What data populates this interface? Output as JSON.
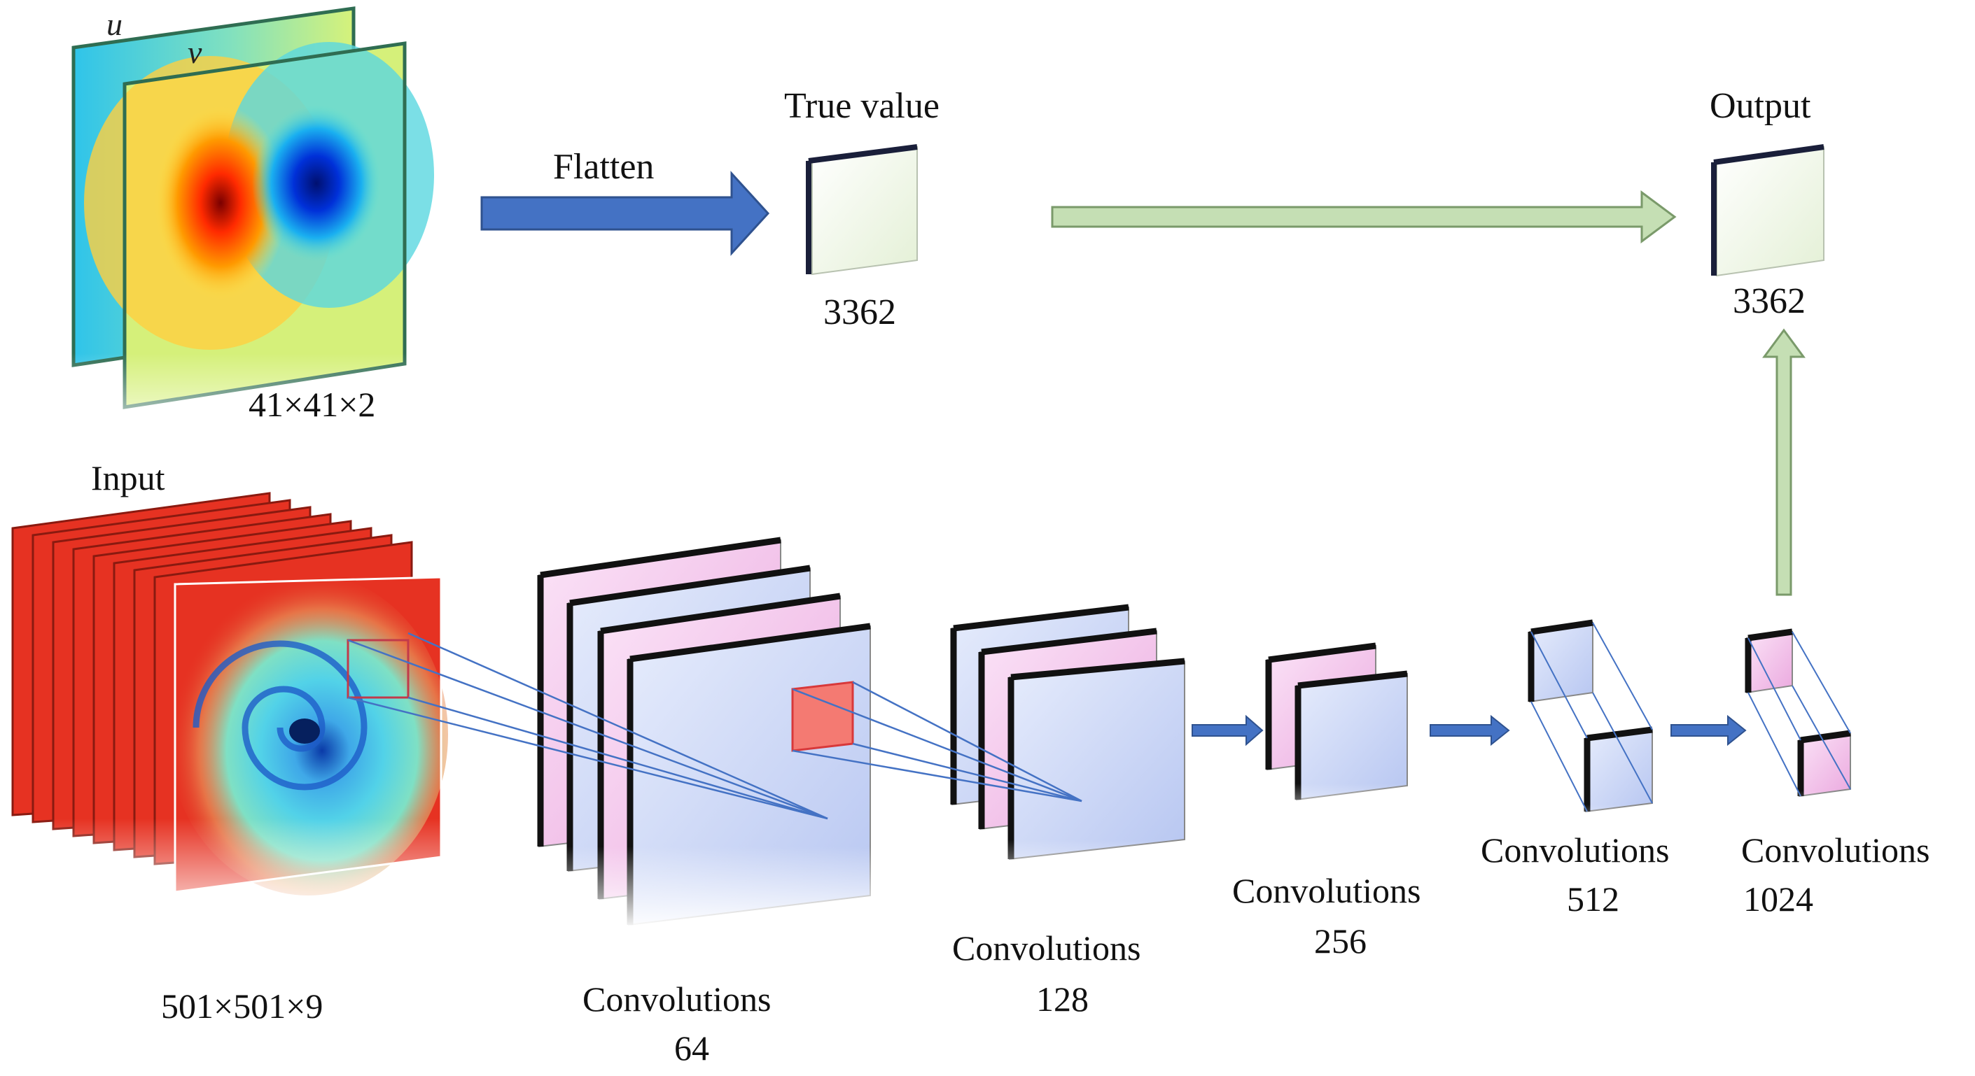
{
  "labels": {
    "u": "u",
    "v": "v",
    "field_size": "41×41×2",
    "input": "Input",
    "input_size": "501×501×9",
    "flatten": "Flatten",
    "true_value": "True value",
    "true_value_size": "3362",
    "output": "Output",
    "output_size": "3362",
    "conv64_name": "Convolutions",
    "conv64_size": "64",
    "conv128_name": "Convolutions",
    "conv128_size": "128",
    "conv256_name": "Convolutions",
    "conv256_size": "256",
    "conv512_name": "Convolutions",
    "conv512_size": "512",
    "conv1024_name": "Convolutions",
    "conv1024_size": "1024"
  },
  "colors": {
    "flatten_arrow": "#4472c4",
    "skip_arrow_fill": "#c5dfb4",
    "skip_arrow_stroke": "#7a9a6a",
    "pink_map": "#f4c6ee",
    "blue_map": "#c8d4f6",
    "vector_fill": "#eef6e4",
    "satellite_red": "#e63222",
    "satellite_cyan": "#3fc6e6",
    "patch_red": "#f47a72",
    "connector_line": "#4472c4"
  }
}
